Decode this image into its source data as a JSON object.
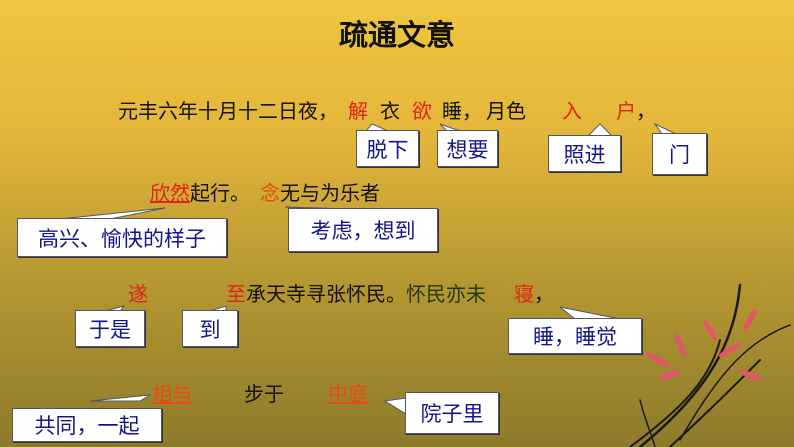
{
  "title": "疏通文意",
  "line1": {
    "a": "元丰六年十月十二日夜，",
    "b": "解",
    "c": "衣",
    "d": "欲",
    "e": "睡，",
    "f": "月色",
    "g": "入",
    "h": "户",
    "i": "，"
  },
  "line2": {
    "a": "欣然",
    "b": "起行。",
    "c": "念",
    "d": "无与为乐者"
  },
  "line3": {
    "a": "遂",
    "b": "至",
    "c": "承天寺寻张怀民。",
    "d": "怀民亦未",
    "e": "寝",
    "f": "，"
  },
  "line4": {
    "a": "相与",
    "b": "步于",
    "c": "中庭"
  },
  "notes": {
    "jie": "脱下",
    "yu": "想要",
    "ru": "照进",
    "hu": "门",
    "xinran": "高兴、愉快的样子",
    "nian": "考虑，想到",
    "sui": "于是",
    "zhi": "到",
    "qin": "睡，睡觉",
    "xiangyu": "共同，一起",
    "zhongting": "院子里"
  },
  "colors": {
    "highlight": "#e0231a",
    "note_text": "#14148c"
  },
  "decoration": "orchid-painting"
}
